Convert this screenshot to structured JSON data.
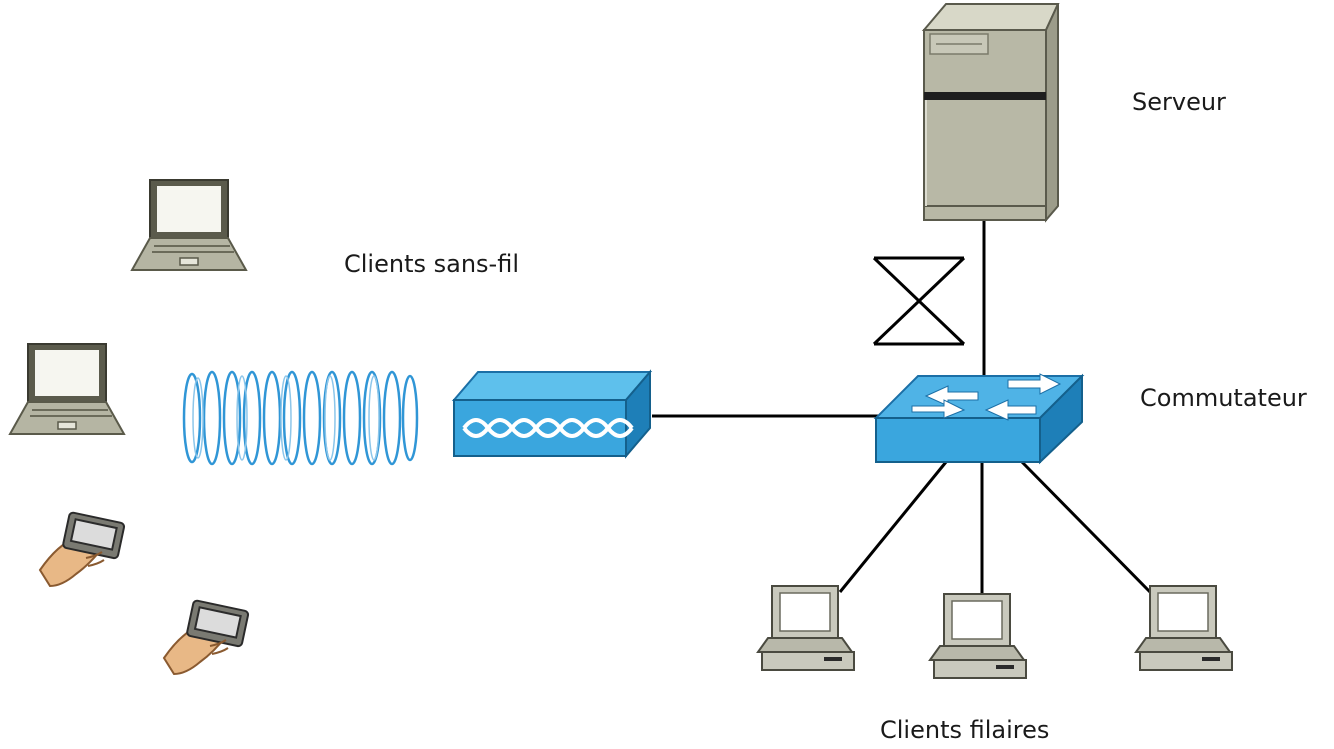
{
  "labels": {
    "server": "Serveur",
    "wireless_clients": "Clients sans-fil",
    "switch": "Commutateur",
    "wired_clients": "Clients filaires"
  },
  "colors": {
    "server_body": "#b8b8a6",
    "switch_blue": "#3aa6de",
    "wave_blue": "#3096d6",
    "laptop_frame": "#4a4a3e",
    "pc_body": "#c9c9bd",
    "skin": "#e8b886"
  },
  "nodes": [
    {
      "name": "server",
      "icon": "server-icon"
    },
    {
      "name": "firewall",
      "icon": "firewall-icon"
    },
    {
      "name": "switch",
      "icon": "switch-icon"
    },
    {
      "name": "access-point",
      "icon": "access-point-icon"
    },
    {
      "name": "radio-waves",
      "icon": "wireless-signal-icon"
    },
    {
      "name": "laptop-1",
      "icon": "laptop-icon"
    },
    {
      "name": "laptop-2",
      "icon": "laptop-icon"
    },
    {
      "name": "pda-1",
      "icon": "handheld-device-icon"
    },
    {
      "name": "pda-2",
      "icon": "handheld-device-icon"
    },
    {
      "name": "pc-1",
      "icon": "desktop-pc-icon"
    },
    {
      "name": "pc-2",
      "icon": "desktop-pc-icon"
    },
    {
      "name": "pc-3",
      "icon": "desktop-pc-icon"
    }
  ],
  "links": [
    [
      "server",
      "switch"
    ],
    [
      "access-point",
      "switch"
    ],
    [
      "switch",
      "pc-1"
    ],
    [
      "switch",
      "pc-2"
    ],
    [
      "switch",
      "pc-3"
    ]
  ]
}
